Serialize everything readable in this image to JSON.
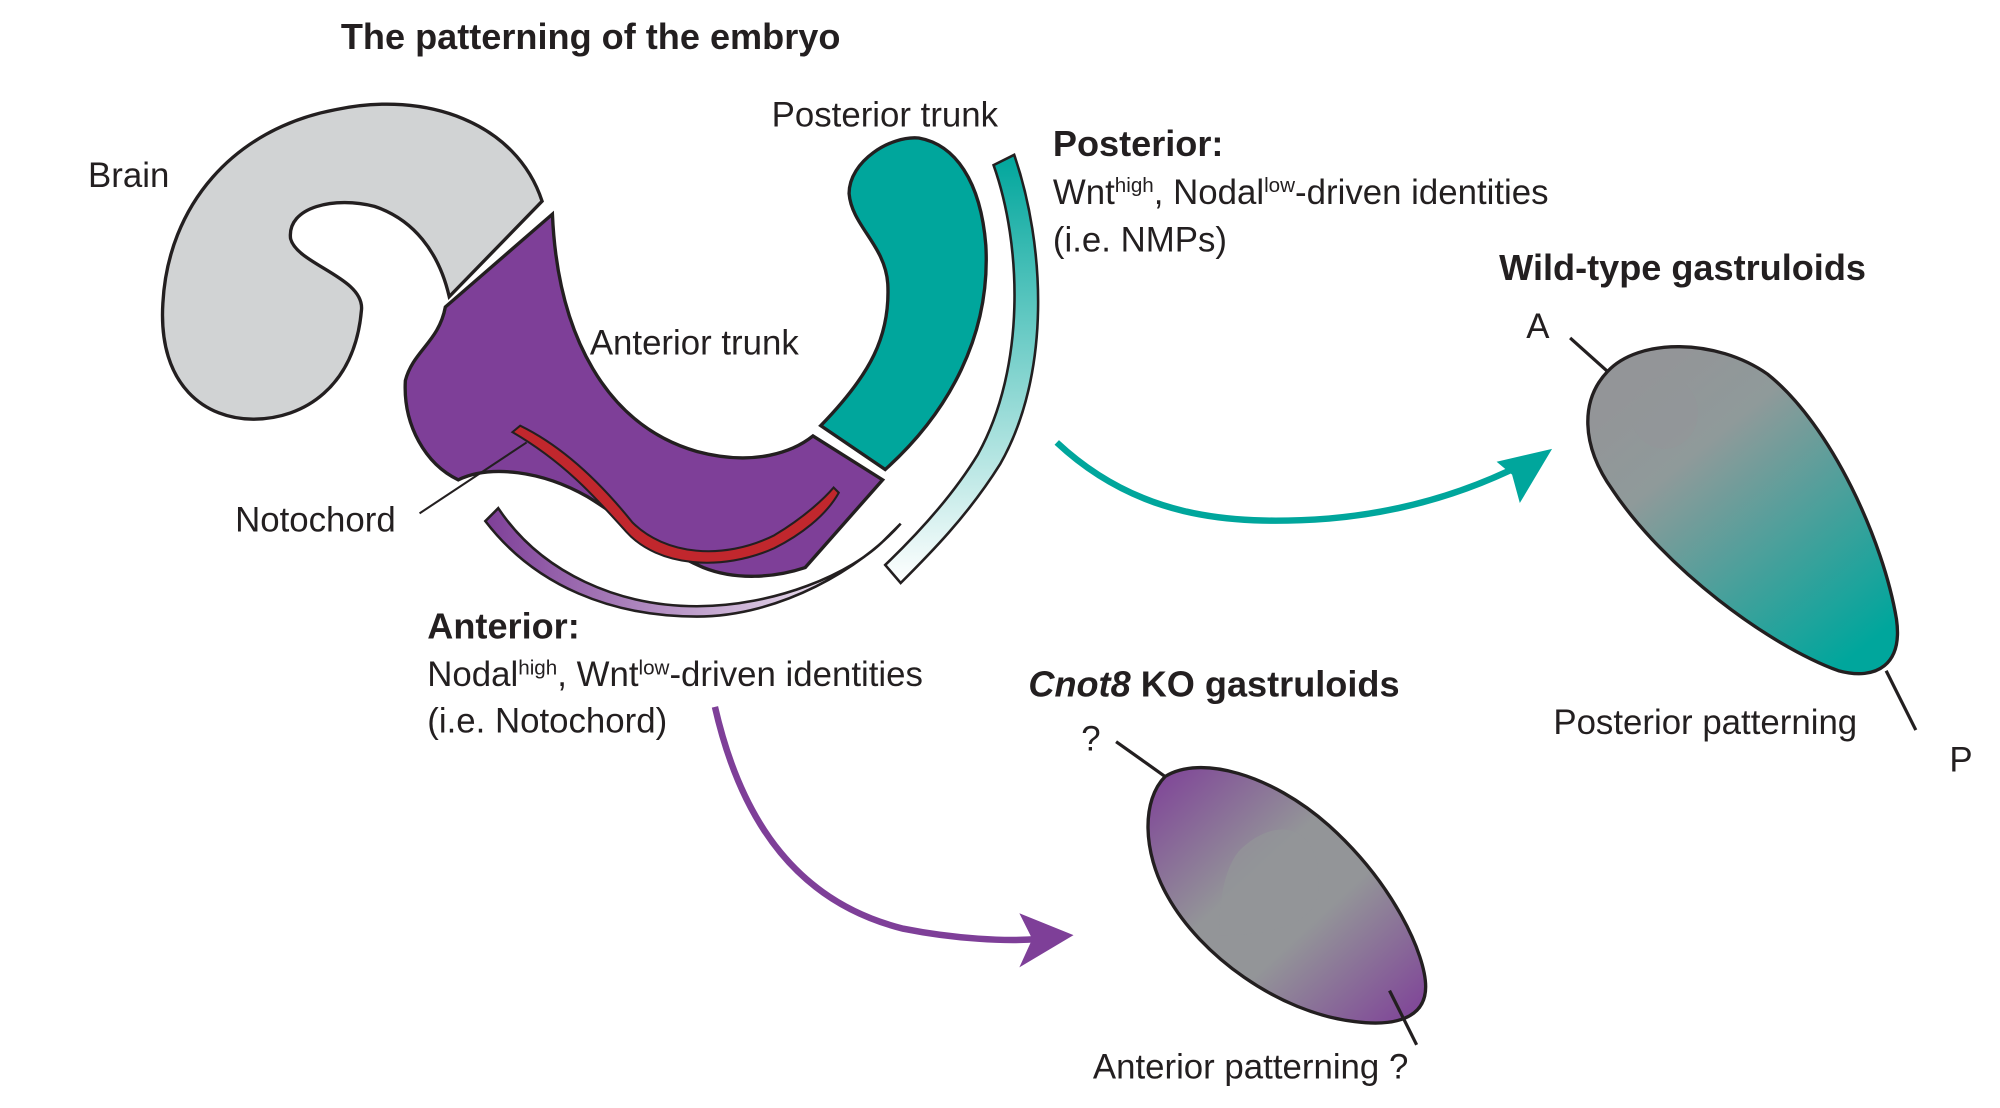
{
  "title": "The patterning of the embryo",
  "colors": {
    "brain": "#d1d3d4",
    "anterior": "#7e3f98",
    "posterior": "#00a69c",
    "notochord": "#c1272d",
    "outline": "#231f20",
    "gray": "#939598"
  },
  "embryo": {
    "brain_label": "Brain",
    "anterior_trunk_label": "Anterior trunk",
    "posterior_trunk_label": "Posterior trunk",
    "notochord_label": "Notochord"
  },
  "posterior_box": {
    "heading": "Posterior:",
    "line1_a": "Wnt",
    "line1_a_sup": "high",
    "line1_b": ", Nodal",
    "line1_b_sup": "low",
    "line1_c": "-driven identities",
    "line2": "(i.e. NMPs)"
  },
  "anterior_box": {
    "heading": "Anterior:",
    "line1_a": "Nodal",
    "line1_a_sup": "high",
    "line1_b": ", Wnt",
    "line1_b_sup": "low",
    "line1_c": "-driven identities",
    "line2": "(i.e. Notochord)"
  },
  "wild_type": {
    "title": "Wild-type gastruloids",
    "anterior_marker": "A",
    "posterior_marker": "P",
    "caption": "Posterior patterning"
  },
  "knockout": {
    "title_italic": "Cnot8",
    "title_rest": " KO gastruloids",
    "top_marker": "?",
    "caption": "Anterior patterning ?"
  }
}
